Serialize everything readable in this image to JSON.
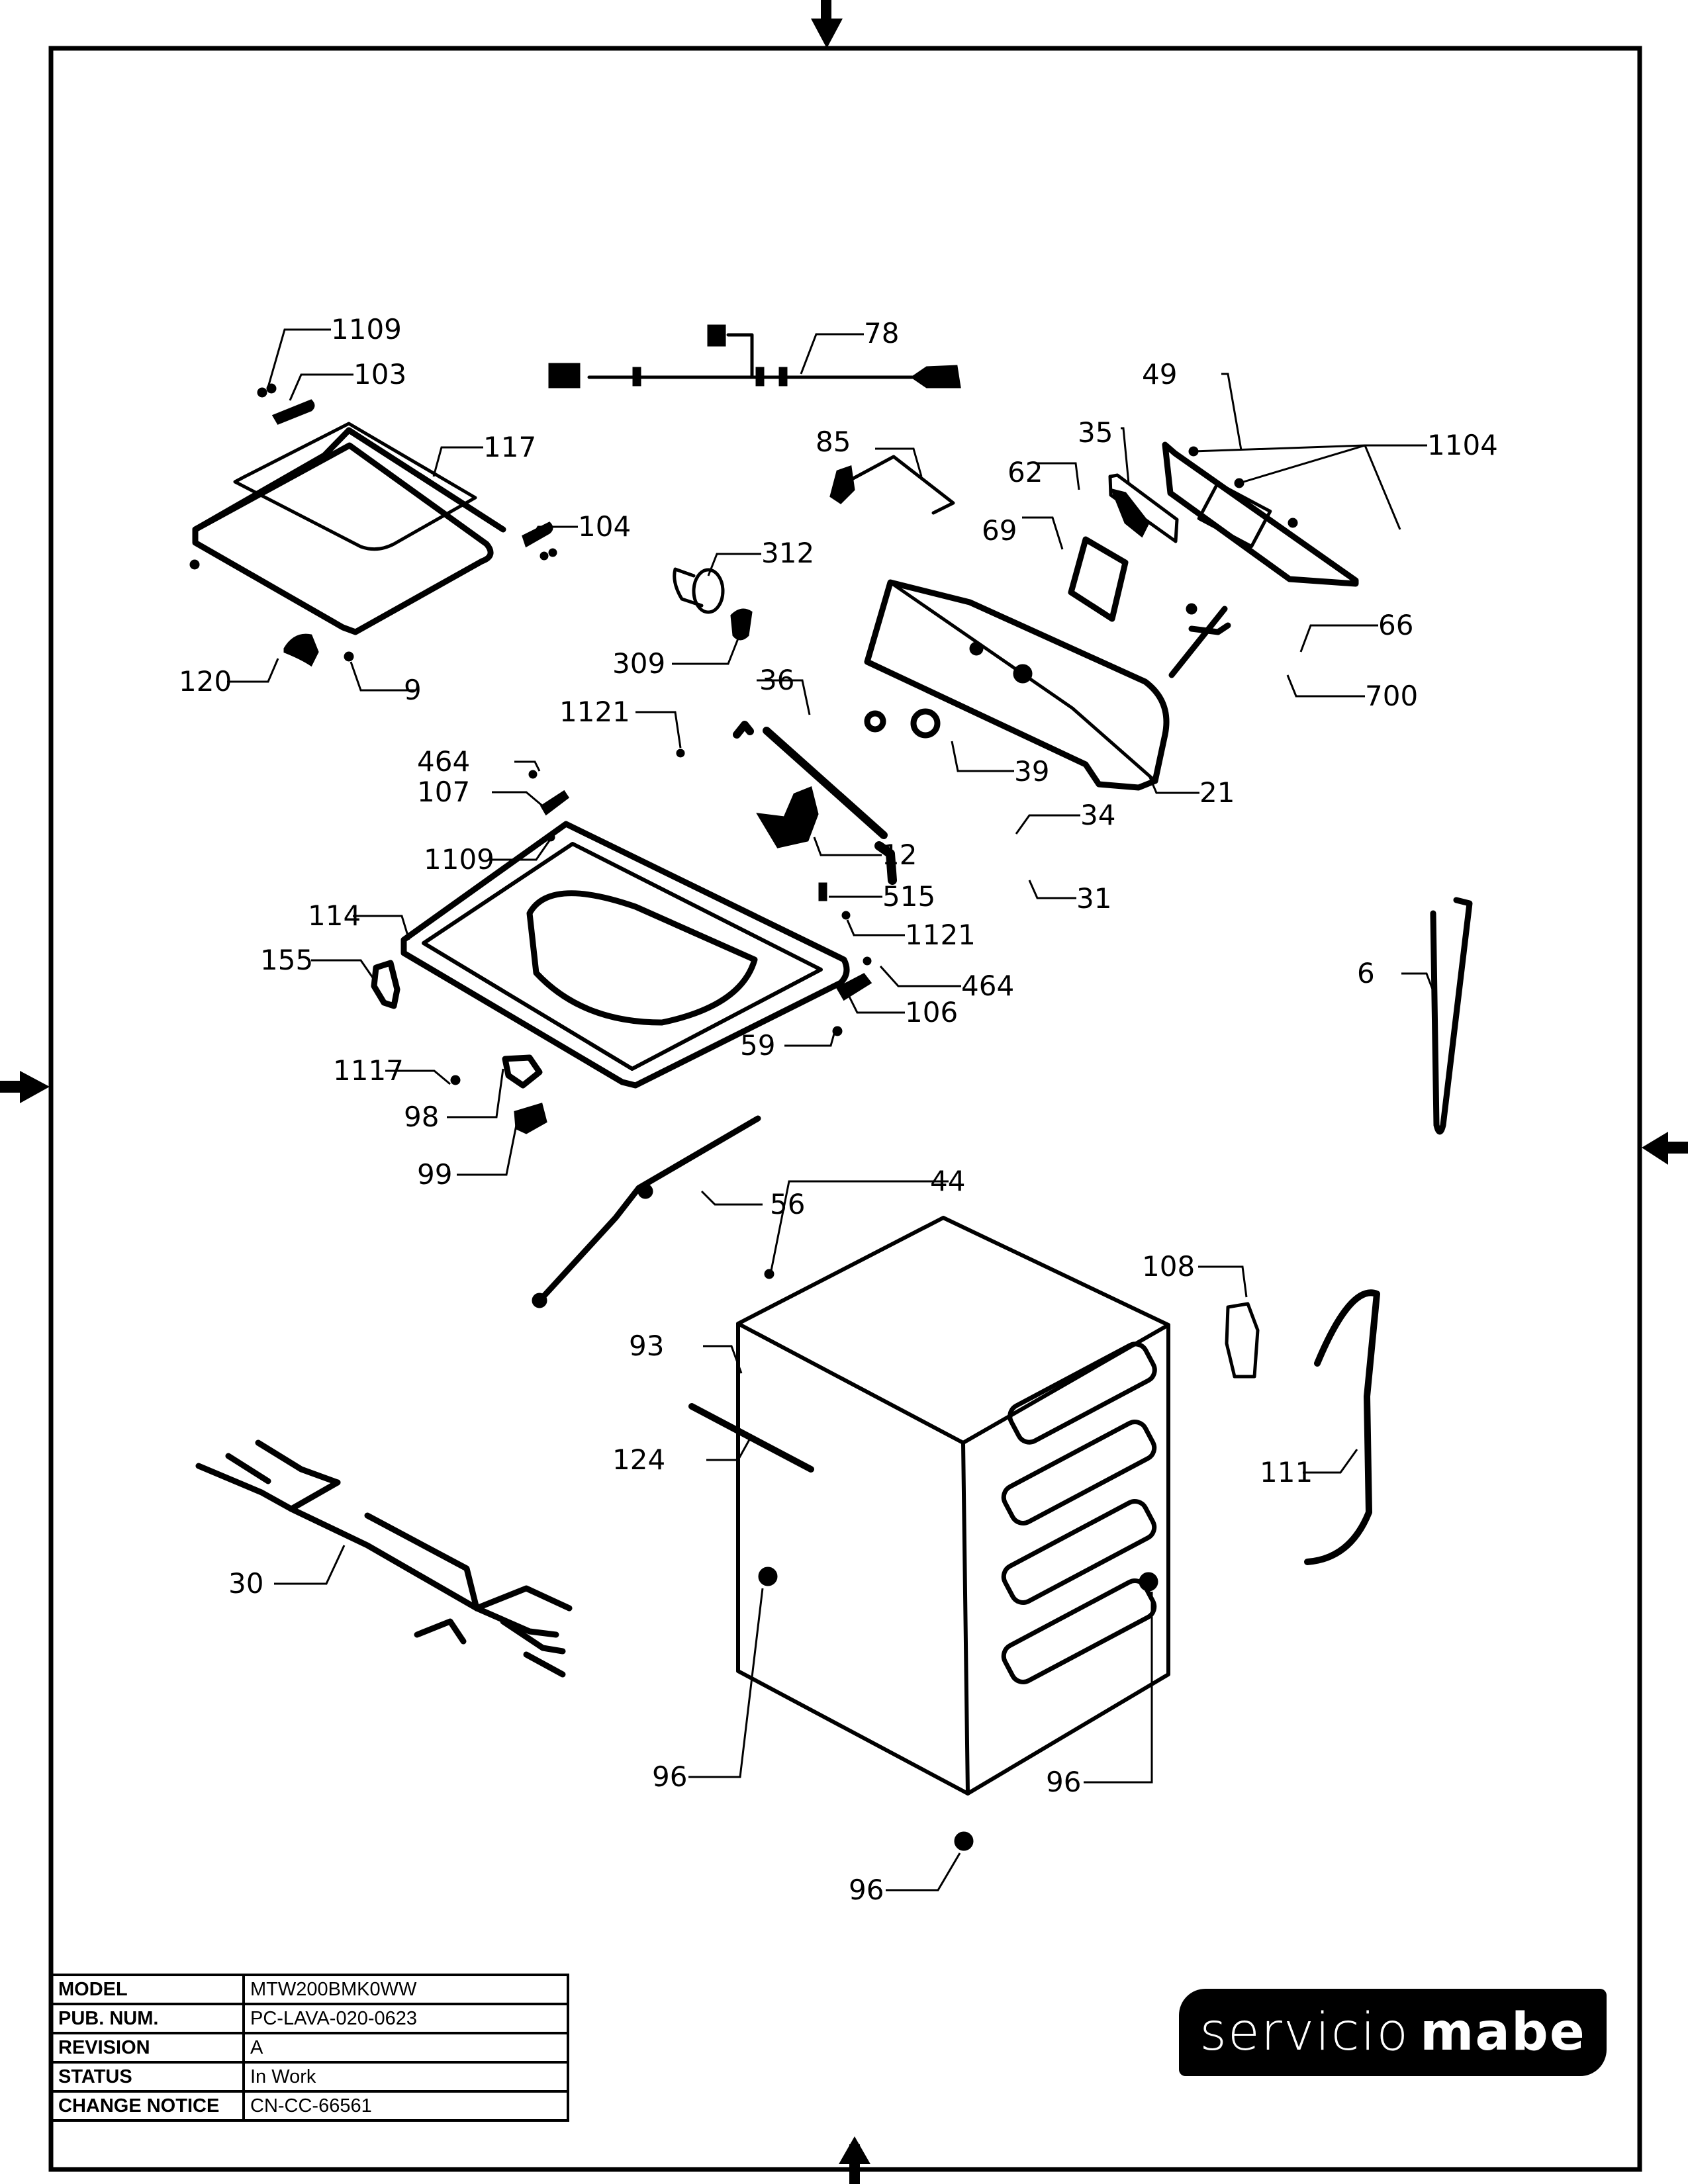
{
  "title_block": {
    "rows": [
      {
        "key": "MODEL",
        "value": "MTW200BMK0WW"
      },
      {
        "key": "PUB. NUM.",
        "value": "PC-LAVA-020-0623"
      },
      {
        "key": "REVISION",
        "value": "A"
      },
      {
        "key": "STATUS",
        "value": "In Work"
      },
      {
        "key": "CHANGE NOTICE",
        "value": "CN-CC-66561"
      }
    ]
  },
  "logo": {
    "light": "servicio",
    "bold": "mabe"
  },
  "callouts": {
    "c1109a": "1109",
    "c103": "103",
    "c117": "117",
    "c104": "104",
    "c120": "120",
    "c9": "9",
    "c78": "78",
    "c85": "85",
    "c312": "312",
    "c309": "309",
    "c49": "49",
    "c35": "35",
    "c62": "62",
    "c69": "69",
    "c1104": "1104",
    "c66": "66",
    "c700": "700",
    "c36": "36",
    "c39": "39",
    "c21": "21",
    "c34": "34",
    "c31": "31",
    "c12": "12",
    "c515": "515",
    "c1121a": "1121",
    "c1121b": "1121",
    "c464a": "464",
    "c464b": "464",
    "c107": "107",
    "c1109b": "1109",
    "c114": "114",
    "c155": "155",
    "c106": "106",
    "c59": "59",
    "c1117": "1117",
    "c98": "98",
    "c99": "99",
    "c6": "6",
    "c56": "56",
    "c44": "44",
    "c108": "108",
    "c93": "93",
    "c124": "124",
    "c111": "111",
    "c30": "30",
    "c96a": "96",
    "c96b": "96",
    "c96c": "96"
  }
}
